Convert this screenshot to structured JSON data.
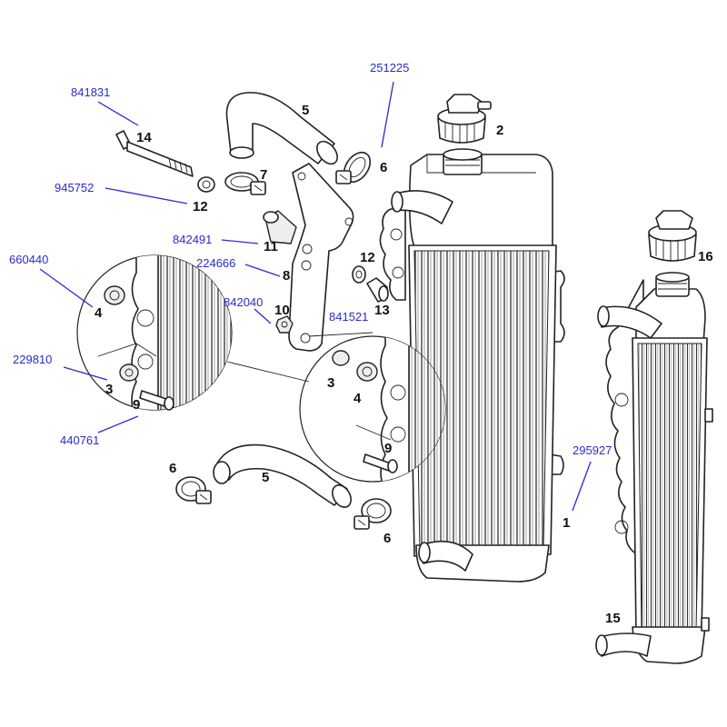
{
  "callouts": {
    "c1": "1",
    "c2": "2",
    "c3a": "3",
    "c3b": "3",
    "c4a": "4",
    "c4b": "4",
    "c5a": "5",
    "c5b": "5",
    "c6a": "6",
    "c6b": "6",
    "c6c": "6",
    "c7": "7",
    "c8": "8",
    "c9a": "9",
    "c9b": "9",
    "c10": "10",
    "c11": "11",
    "c12a": "12",
    "c12b": "12",
    "c13": "13",
    "c14": "14",
    "c15": "15",
    "c16": "16"
  },
  "part_numbers": {
    "p251225": "251225",
    "p841831": "841831",
    "p945752": "945752",
    "p842491": "842491",
    "p660440": "660440",
    "p224666": "224666",
    "p842040": "842040",
    "p841521": "841521",
    "p229810": "229810",
    "p440761": "440761",
    "p295927": "295927"
  },
  "colors": {
    "part_number": "#2a2ad0",
    "line_art": "#222222",
    "background": "#ffffff"
  }
}
